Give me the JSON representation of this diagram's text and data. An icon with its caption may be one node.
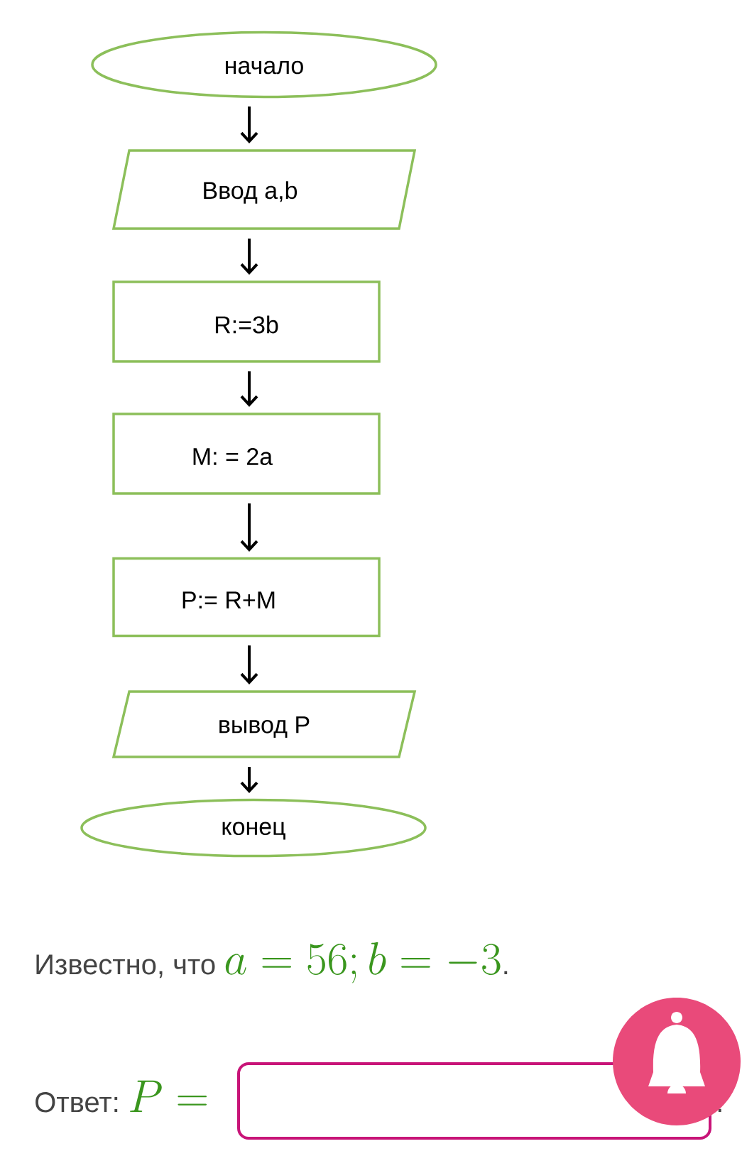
{
  "diagram": {
    "nodes": [
      {
        "text": [
          "начало"
        ]
      },
      {
        "text": [
          "Ввод a,b"
        ]
      },
      {
        "text": [
          "R:=3b"
        ]
      },
      {
        "text": [
          "M: = 2a"
        ]
      },
      {
        "text": [
          "P:= R+M"
        ]
      },
      {
        "text": [
          "вывод P"
        ]
      },
      {
        "text": [
          "конец"
        ]
      }
    ],
    "edges": [
      {
        "from": 0,
        "to": 1,
        "arrow": "to"
      },
      {
        "from": 1,
        "to": 2,
        "arrow": "to"
      },
      {
        "from": 2,
        "to": 3,
        "arrow": "to"
      },
      {
        "from": 3,
        "to": 4,
        "arrow": "to"
      },
      {
        "from": 4,
        "to": 5,
        "arrow": "to"
      },
      {
        "from": 5,
        "to": 6,
        "arrow": "to"
      }
    ],
    "labels": [
      "Известно, что",
      "a=56; b=-3",
      ".",
      "Ответ:",
      "P=",
      "."
    ]
  }
}
